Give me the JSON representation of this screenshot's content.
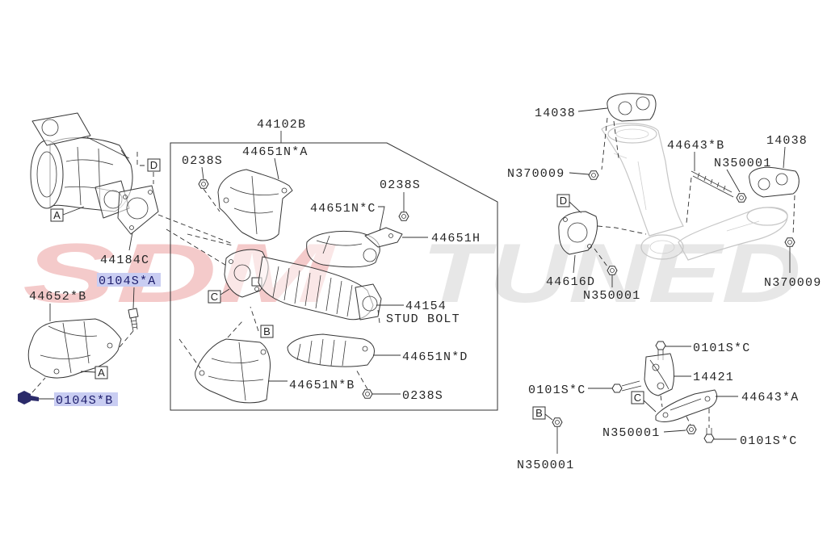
{
  "watermark": {
    "brand": "SDM",
    "word": "TUNED",
    "brand_color": "#f4caca",
    "word_color": "#e7e7e7"
  },
  "highlight_color": "#c9cdf2",
  "turbo_assembly": {
    "gasket_label": "44184C",
    "ref_a": "A",
    "ref_d": "D"
  },
  "turbo_heat_shield": {
    "shield_label": "44652*B",
    "bolt_upper_label": "0104S*A",
    "bolt_lower_label": "0104S*B",
    "ref_a": "A"
  },
  "manifold_kit": {
    "kit_label": "44102B",
    "shield_upper_label": "44651N*A",
    "nut_upper_left_label": "0238S",
    "shield_right_label": "44651N*C",
    "nut_upper_right_label": "0238S",
    "bracket_label": "44651H",
    "stud_label": "44154",
    "stud_desc": "STUD BOLT",
    "shield_lower_right_label": "44651N*D",
    "shield_lower_left_label": "44651N*B",
    "nut_lower_label": "0238S",
    "ref_c": "C",
    "ref_b": "B"
  },
  "front_pipe": {
    "gasket_left_label": "14038",
    "nut_left_label": "N370009",
    "stud_label": "44643*B",
    "stud_nut_label": "N350001",
    "gasket_right_label": "14038",
    "ref_d": "D",
    "gasket_flange_label": "44616D",
    "flange_nut_label": "N350001",
    "nut_right_label": "N370009"
  },
  "bracket_assembly": {
    "bolt_top_label": "0101S*C",
    "bracket_label": "14421",
    "bolt_left_label": "0101S*C",
    "ref_c": "C",
    "stud_bracket_label": "44643*A",
    "nut_label": "N350001",
    "bolt_bottom_label": "0101S*C",
    "ref_b": "B",
    "ref_b_nut_label": "N350001"
  }
}
